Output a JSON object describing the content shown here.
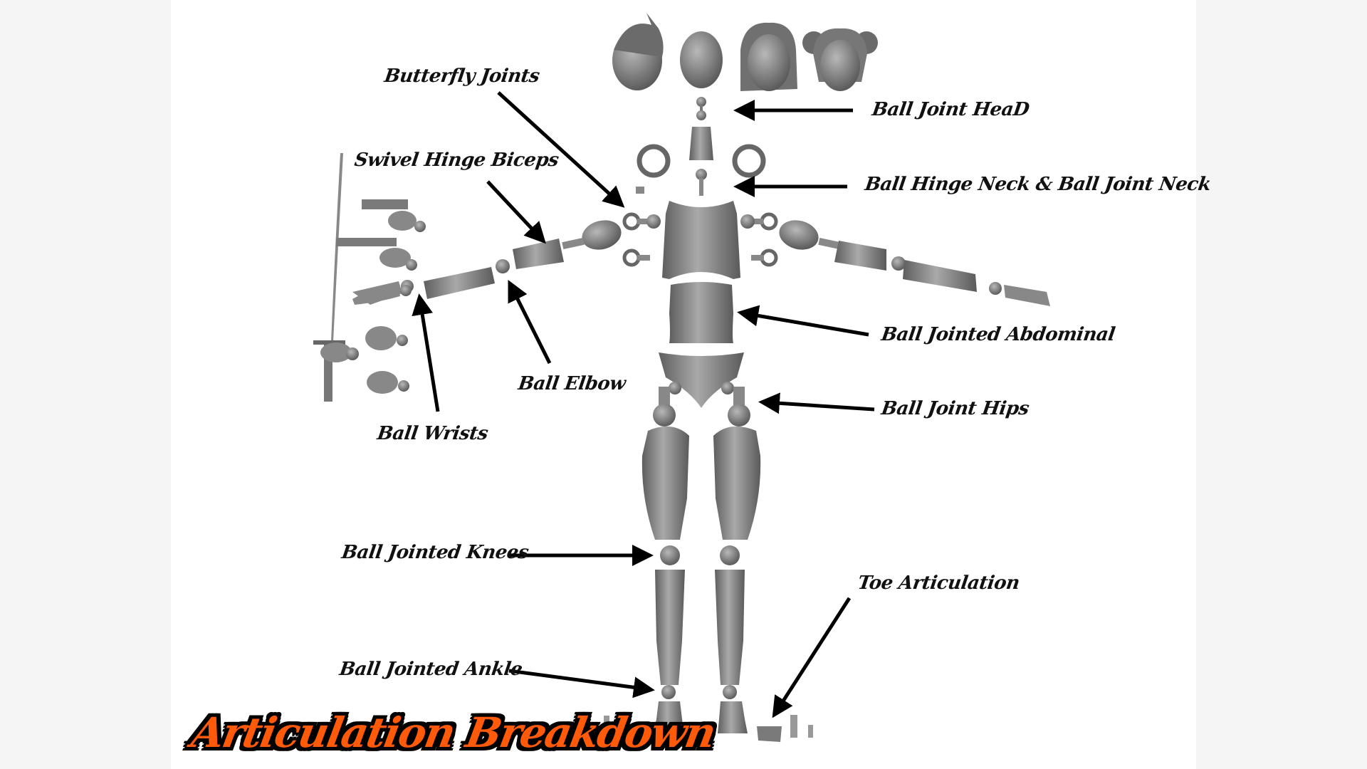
{
  "diagram": {
    "title": "Articulation Breakdown",
    "colors": {
      "title_fill": "#ff5a0a",
      "title_outline": "#000000",
      "part_gray": "#8a8a8a",
      "label_text": "#111111",
      "background_outer": "#f5f5f5",
      "background_panel": "#ffffff"
    },
    "labels": [
      {
        "id": "butterfly",
        "text": "Butterfly Joints"
      },
      {
        "id": "head",
        "text": "Ball Joint HeaD"
      },
      {
        "id": "neck",
        "text": "Ball Hinge Neck & Ball Joint Neck"
      },
      {
        "id": "biceps",
        "text": "Swivel Hinge Biceps"
      },
      {
        "id": "abdominal",
        "text": "Ball Jointed Abdominal"
      },
      {
        "id": "elbow",
        "text": "Ball Elbow"
      },
      {
        "id": "hips",
        "text": "Ball Joint Hips"
      },
      {
        "id": "wrists",
        "text": "Ball Wrists"
      },
      {
        "id": "knees",
        "text": "Ball Jointed Knees"
      },
      {
        "id": "toe",
        "text": "Toe Articulation"
      },
      {
        "id": "ankle",
        "text": "Ball Jointed Ankle"
      }
    ],
    "parts": {
      "heads": [
        "short-hair-head",
        "bald-head",
        "long-hair-head",
        "bun-hair-head"
      ],
      "accessories": [
        "katana",
        "pistol-hand",
        "handgun-hand",
        "open-hand",
        "fist-hand",
        "relaxed-hand",
        "sword-grip-hand"
      ]
    }
  }
}
